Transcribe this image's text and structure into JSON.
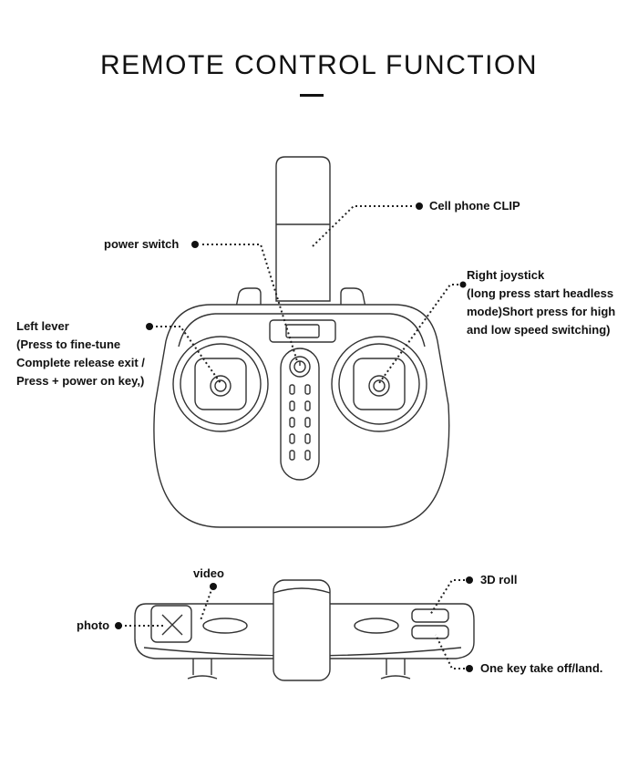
{
  "title": "REMOTE CONTROL FUNCTION",
  "labels": {
    "cell_phone_clip": "Cell phone CLIP",
    "power_switch": "power switch",
    "right_joystick": {
      "line1": "Right joystick",
      "line2": "(long press start headless",
      "line3": "mode)Short press for high",
      "line4": "and low speed switching)"
    },
    "left_lever": {
      "line1": "Left lever",
      "line2": "(Press to fine-tune",
      "line3": "Complete release exit /",
      "line4": "Press + power on key,)"
    },
    "video": "video",
    "photo": "photo",
    "roll_3d": "3D roll",
    "take_off_land": "One key take off/land."
  },
  "colors": {
    "ink": "#111111",
    "line": "#333333",
    "background": "#ffffff"
  }
}
